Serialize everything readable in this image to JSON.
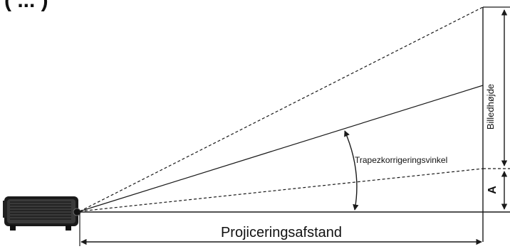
{
  "header": {
    "title_fragment": "( ... )"
  },
  "diagram": {
    "image_height_label": "Billedhøjde",
    "keystone_angle_label": "Trapezkorrigeringsvinkel",
    "offset_label": "A",
    "projection_distance_label": "Projiceringsafstand"
  },
  "icons": {
    "projector": "projector-icon"
  },
  "colors": {
    "line": "#1a1a1a",
    "background": "#ffffff"
  }
}
